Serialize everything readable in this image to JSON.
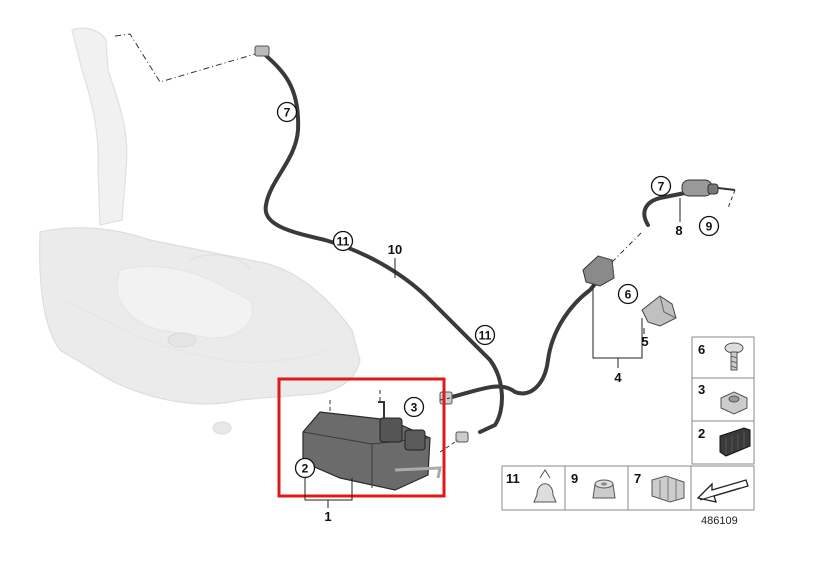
{
  "callouts": {
    "c7_top": "7",
    "c11_left": "11",
    "c11_right": "11",
    "c3": "3",
    "c2": "2",
    "c6": "6",
    "c7_right": "7",
    "c9": "9"
  },
  "labels": {
    "l10": "10",
    "l1": "1",
    "l4": "4",
    "l5": "5",
    "l8": "8"
  },
  "legend": {
    "bottom": [
      "11",
      "9",
      "7"
    ],
    "side": [
      "6",
      "3",
      "2"
    ]
  },
  "diagram_id": "486109",
  "colors": {
    "highlight": "#e01818",
    "hose": "#333333",
    "tank": "#d9d9d9"
  }
}
